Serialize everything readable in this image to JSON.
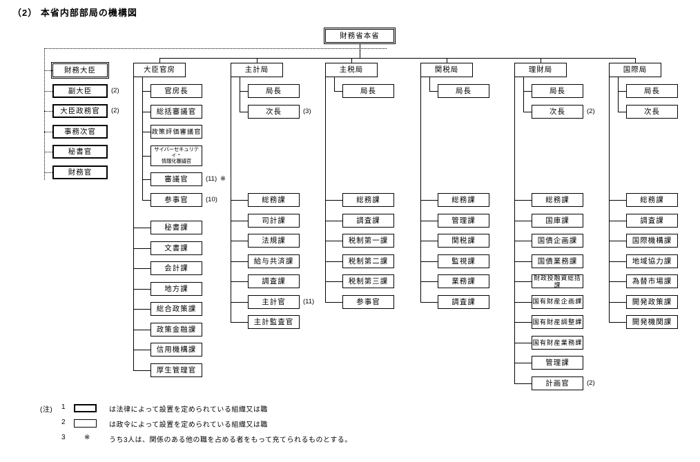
{
  "title": "（2） 本省内部部局の機構図",
  "root": {
    "label": "財務省本省",
    "border": "double"
  },
  "left_officials": [
    {
      "label": "財務大臣",
      "border": "double",
      "count": ""
    },
    {
      "label": "副大臣",
      "border": "law",
      "count": "(2)"
    },
    {
      "label": "大臣政務官",
      "border": "law",
      "count": "(2)"
    },
    {
      "label": "事務次官",
      "border": "law",
      "count": ""
    },
    {
      "label": "秘書官",
      "border": "law",
      "count": ""
    },
    {
      "label": "財務官",
      "border": "law",
      "count": ""
    }
  ],
  "bureaus": [
    {
      "label": "大臣官房",
      "officers": [
        {
          "label": "官房長"
        },
        {
          "label": "総括審議官"
        },
        {
          "label": "政策評価審議官"
        },
        {
          "label": "サイバーセキュリティ・\n情報化審議官"
        },
        {
          "label": "審議官",
          "count": "(11)",
          "mark": "※"
        },
        {
          "label": "参事官",
          "count": "(10)"
        }
      ],
      "divisions": [
        {
          "label": "秘書課"
        },
        {
          "label": "文書課"
        },
        {
          "label": "会計課"
        },
        {
          "label": "地方課"
        },
        {
          "label": "総合政策課"
        },
        {
          "label": "政策金融課"
        },
        {
          "label": "信用機構課"
        },
        {
          "label": "厚生管理官"
        }
      ]
    },
    {
      "label": "主計局",
      "officers": [
        {
          "label": "局長"
        },
        {
          "label": "次長",
          "count": "(3)"
        }
      ],
      "divisions": [
        {
          "label": "総務課"
        },
        {
          "label": "司計課"
        },
        {
          "label": "法規課"
        },
        {
          "label": "給与共済課"
        },
        {
          "label": "調査課"
        },
        {
          "label": "主計官",
          "count": "(11)"
        },
        {
          "label": "主計監査官"
        }
      ]
    },
    {
      "label": "主税局",
      "officers": [
        {
          "label": "局長"
        }
      ],
      "divisions": [
        {
          "label": "総務課"
        },
        {
          "label": "調査課"
        },
        {
          "label": "税制第一課"
        },
        {
          "label": "税制第二課"
        },
        {
          "label": "税制第三課"
        },
        {
          "label": "参事官"
        }
      ]
    },
    {
      "label": "関税局",
      "officers": [
        {
          "label": "局長"
        }
      ],
      "divisions": [
        {
          "label": "総務課"
        },
        {
          "label": "管理課"
        },
        {
          "label": "関税課"
        },
        {
          "label": "監視課"
        },
        {
          "label": "業務課"
        },
        {
          "label": "調査課"
        }
      ]
    },
    {
      "label": "理財局",
      "officers": [
        {
          "label": "局長"
        },
        {
          "label": "次長",
          "count": "(2)"
        }
      ],
      "divisions": [
        {
          "label": "総務課"
        },
        {
          "label": "国庫課"
        },
        {
          "label": "国債企画課"
        },
        {
          "label": "国債業務課"
        },
        {
          "label": "財政投融資総括課"
        },
        {
          "label": "国有財産企画課"
        },
        {
          "label": "国有財産調整課"
        },
        {
          "label": "国有財産業務課"
        },
        {
          "label": "管理課"
        },
        {
          "label": "計画官",
          "count": "(2)"
        }
      ]
    },
    {
      "label": "国際局",
      "officers": [
        {
          "label": "局長"
        },
        {
          "label": "次長"
        }
      ],
      "divisions": [
        {
          "label": "総務課"
        },
        {
          "label": "調査課"
        },
        {
          "label": "国際機構課"
        },
        {
          "label": "地域協力課"
        },
        {
          "label": "為替市場課"
        },
        {
          "label": "開発政策課"
        },
        {
          "label": "開発機関課"
        }
      ]
    }
  ],
  "legend": {
    "note_label": "(注)",
    "items": [
      {
        "num": "1",
        "symbol": "law-box",
        "text": "は法律によって設置を定められている組織又は職"
      },
      {
        "num": "2",
        "symbol": "order-box",
        "text": "は政令によって設置を定められている組織又は職"
      },
      {
        "num": "3",
        "symbol": "※",
        "text": "うち3人は、関係のある他の職を占める者をもって充てられるものとする。"
      }
    ]
  },
  "colors": {
    "line": "#000000",
    "background": "#ffffff",
    "text": "#000000"
  }
}
